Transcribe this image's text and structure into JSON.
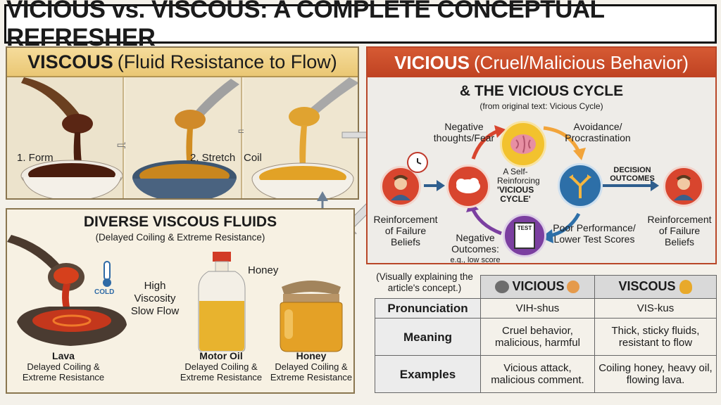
{
  "title": "VICIOUS vs. VISCOUS: A COMPLETE CONCEPTUAL REFRESHER",
  "viscous": {
    "heading_word": "VISCOUS",
    "heading_gloss": "(Fluid Resistance to Flow)",
    "steps": [
      "1. Form",
      "2. Stretch",
      "Coil"
    ]
  },
  "vicious": {
    "heading_word": "VICIOUS",
    "heading_gloss": "(Cruel/Malicious Behavior)",
    "cycle_title": "& THE VICIOUS CYCLE",
    "cycle_subtitle": "(from original text: Vicious Cycle)",
    "nodes": {
      "negative_thoughts": "Negative thoughts/Fear",
      "avoidance": "Avoidance/ Procrastination",
      "decision_outcomes": "DECISION OUTCOMES",
      "poor_performance": "Poor Performance/ Lower Test Scores",
      "negative_outcomes": "Negative Outcomes:",
      "negative_outcomes_example": "e.g., low score",
      "reinforcement_left": "Reinforcement of Failure Beliefs",
      "reinforcement_right": "Reinforcement of Failure Beliefs",
      "center_line1": "A Self-",
      "center_line2": "Reinforcing",
      "center_line3": "'VICIOUS",
      "center_line4": "CYCLE'",
      "test_label": "TEST"
    }
  },
  "diverse": {
    "title": "DIVERSE VISCOUS FLUIDS",
    "subtitle": "(Delayed Coiling & Extreme Resistance)",
    "cold_label": "COLD",
    "high_viscosity": "High Viscosity Slow Flow",
    "honey_label": "Honey",
    "fluids": [
      {
        "name": "Lava",
        "desc": "Delayed Coiling & Extreme Resistance"
      },
      {
        "name": "Motor Oil",
        "desc": "Delayed Coiling & Extreme Resistance"
      },
      {
        "name": "Honey",
        "desc": "Delayed Coiling & Extreme Resistance"
      }
    ]
  },
  "comparison": {
    "note": "(Visually explaining the article's concept.)",
    "col_vicious": "VICIOUS",
    "col_viscous": "VISCOUS",
    "rows": [
      {
        "label": "Pronunciation",
        "vicious": "VIH-shus",
        "viscous": "VIS-kus"
      },
      {
        "label": "Meaning",
        "vicious": "Cruel behavior, malicious, harmful",
        "viscous": "Thick, sticky fluids, resistant to flow"
      },
      {
        "label": "Examples",
        "vicious": "Vicious attack, malicious comment.",
        "viscous": "Coiling honey, heavy oil, flowing lava."
      }
    ]
  },
  "colors": {
    "viscous_header": "#eac774",
    "vicious_header": "#c94a27",
    "cycle_red": "#d8452e",
    "cycle_blue": "#2d6fa8",
    "cycle_orange": "#f2a43a",
    "cycle_purple": "#7b3fa0",
    "honey": "#e2a226",
    "chocolate": "#4a1d0e"
  }
}
